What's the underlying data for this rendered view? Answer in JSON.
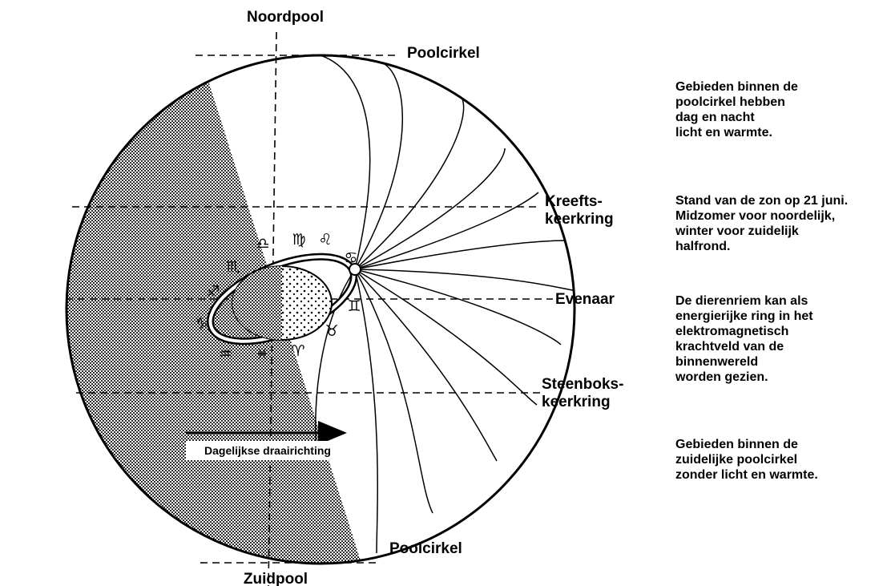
{
  "labels": {
    "north_pole": "Noordpool",
    "south_pole": "Zuidpool",
    "polar_circle_top": "Poolcirkel",
    "polar_circle_bottom": "Poolcirkel",
    "tropic_cancer_1": "Kreefts-",
    "tropic_cancer_2": "keerkring",
    "equator": "Evenaar",
    "tropic_capricorn_1": "Steenboks-",
    "tropic_capricorn_2": "keerkring",
    "rotation": "Dagelijkse draairichting"
  },
  "zodiac": {
    "cancer": "♋",
    "leo": "♌",
    "virgo": "♍",
    "libra": "♎",
    "scorpio": "♏",
    "sagittarius": "♐",
    "capricorn": "♑",
    "aquarius": "♒",
    "pisces": "♓",
    "aries": "♈",
    "taurus": "♉",
    "gemini": "♊"
  },
  "notes": [
    [
      "Gebieden binnen de",
      "poolcirkel hebben",
      "dag en nacht",
      "licht en warmte."
    ],
    [
      "Stand van de zon op 21 juni.",
      "Midzomer voor noordelijk,",
      "winter voor zuidelijk",
      "halfrond."
    ],
    [
      "De dierenriem kan als",
      "energierijke ring in het",
      "elektromagnetisch",
      "krachtveld van de",
      "binnenwereld",
      "worden gezien."
    ],
    [
      "Gebieden binnen de",
      "zuidelijke poolcirkel",
      "zonder licht en warmte."
    ]
  ]
}
